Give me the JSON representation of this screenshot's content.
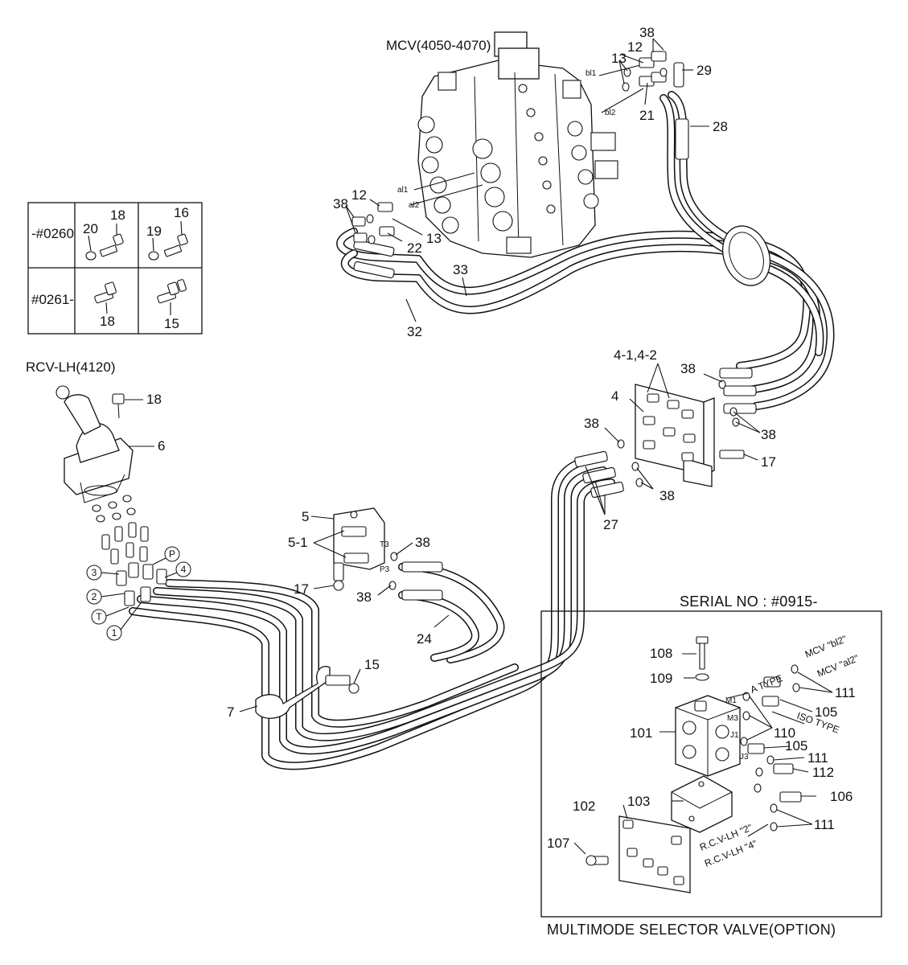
{
  "header": {
    "mcv_title": "MCV(4050-4070)",
    "rcv_title": "RCV-LH(4120)",
    "serial_title": "SERIAL NO : #0915-",
    "option_title": "MULTIMODE SELECTOR VALVE(OPTION)"
  },
  "serial_table": {
    "rows": [
      {
        "range": "-#0260",
        "cells": [
          [
            "20",
            "18"
          ],
          [
            "19",
            "16"
          ]
        ]
      },
      {
        "range": "#0261-",
        "cells": [
          [
            "18"
          ],
          [
            "15"
          ]
        ]
      }
    ]
  },
  "ports": {
    "bl1": "bl1",
    "bl2": "bl2",
    "al1": "al1",
    "al2": "al2",
    "t3": "T3",
    "p3": "P3",
    "m1": "M1",
    "m3": "M3",
    "j1": "J1",
    "j3": "J3"
  },
  "callouts": {
    "c12a": "12",
    "c38a": "38",
    "c13a": "13",
    "c29": "29",
    "c21": "21",
    "c28": "28",
    "c38b": "38",
    "c12b": "12",
    "c13b": "13",
    "c22": "22",
    "c33": "33",
    "c32": "32",
    "c18": "18",
    "c6": "6",
    "c41": "4-1,4-2",
    "c4": "4",
    "c38c": "38",
    "c38d": "38",
    "c38e": "38",
    "c17a": "17",
    "c38f": "38",
    "c27": "27",
    "c5": "5",
    "c51": "5-1",
    "c38g": "38",
    "c17b": "17",
    "c38h": "38",
    "c24": "24",
    "c15": "15",
    "c7": "7",
    "c108": "108",
    "c109": "109",
    "c111a": "111",
    "c105a": "105",
    "c110": "110",
    "c105b": "105",
    "c101": "101",
    "c111b": "111",
    "c112": "112",
    "c103": "103",
    "c102": "102",
    "c106": "106",
    "c111c": "111",
    "c107": "107"
  },
  "circled": {
    "p": "P",
    "four": "4",
    "three": "3",
    "two": "2",
    "t": "T",
    "one": "1"
  },
  "slanted": {
    "a_type": "A TYPE",
    "iso_type": "ISO TYPE",
    "mcv_bl2": "MCV \"bl2\"",
    "mcv_al2": "MCV \"al2\"",
    "rcv_2": "R.C.V-LH \"2\"",
    "rcv_4": "R.C.V-LH \"4\""
  }
}
